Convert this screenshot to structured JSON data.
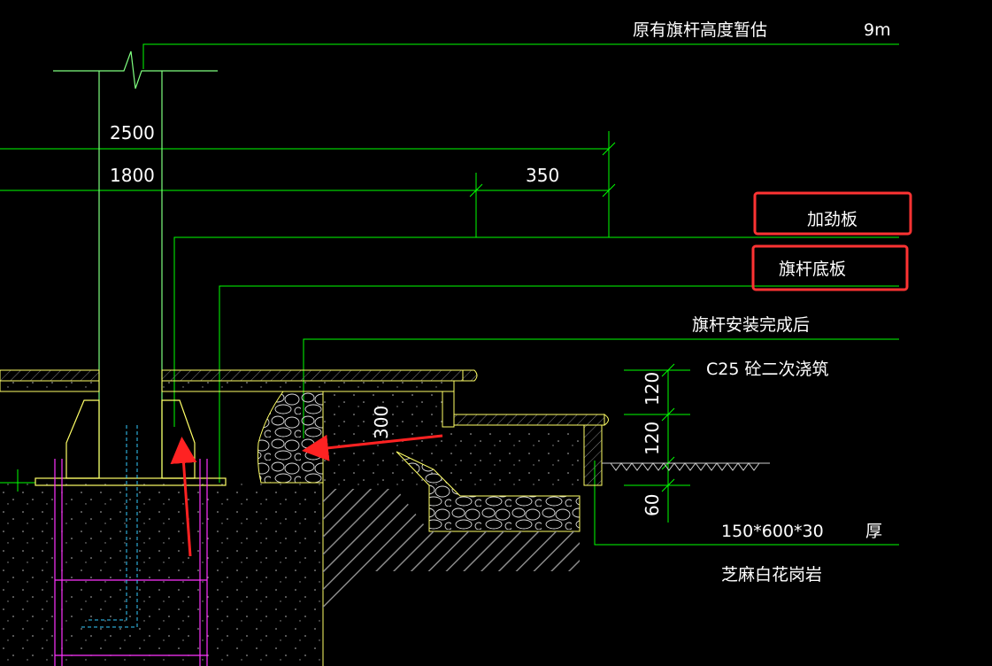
{
  "drawing": {
    "labels": {
      "flagpole_height": "原有旗杆高度暂估",
      "flagpole_height_value": "9m",
      "stiffener": "加劲板",
      "base_plate": "旗杆底板",
      "after_install": "旗杆安装完成后",
      "concrete": "C25 砼二次浇筑",
      "granite_size": "150*600*30",
      "thick": "厚",
      "granite_name": "芝麻白花岗岩"
    },
    "dimensions": {
      "d2500": "2500",
      "d1800": "1800",
      "d350": "350",
      "d300": "300",
      "d120a": "120",
      "d120b": "120",
      "d60": "60"
    }
  },
  "colors": {
    "background": "#000000",
    "leader": "#00ff00",
    "pole": "#7fff7f",
    "outline": "#ffff66",
    "rebar": "#ff33ff",
    "hatch": "#888888",
    "highlight_box": "#ff3333",
    "arrow": "#ff2222",
    "text": "#ffffff",
    "dim_line": "#00ff00"
  }
}
